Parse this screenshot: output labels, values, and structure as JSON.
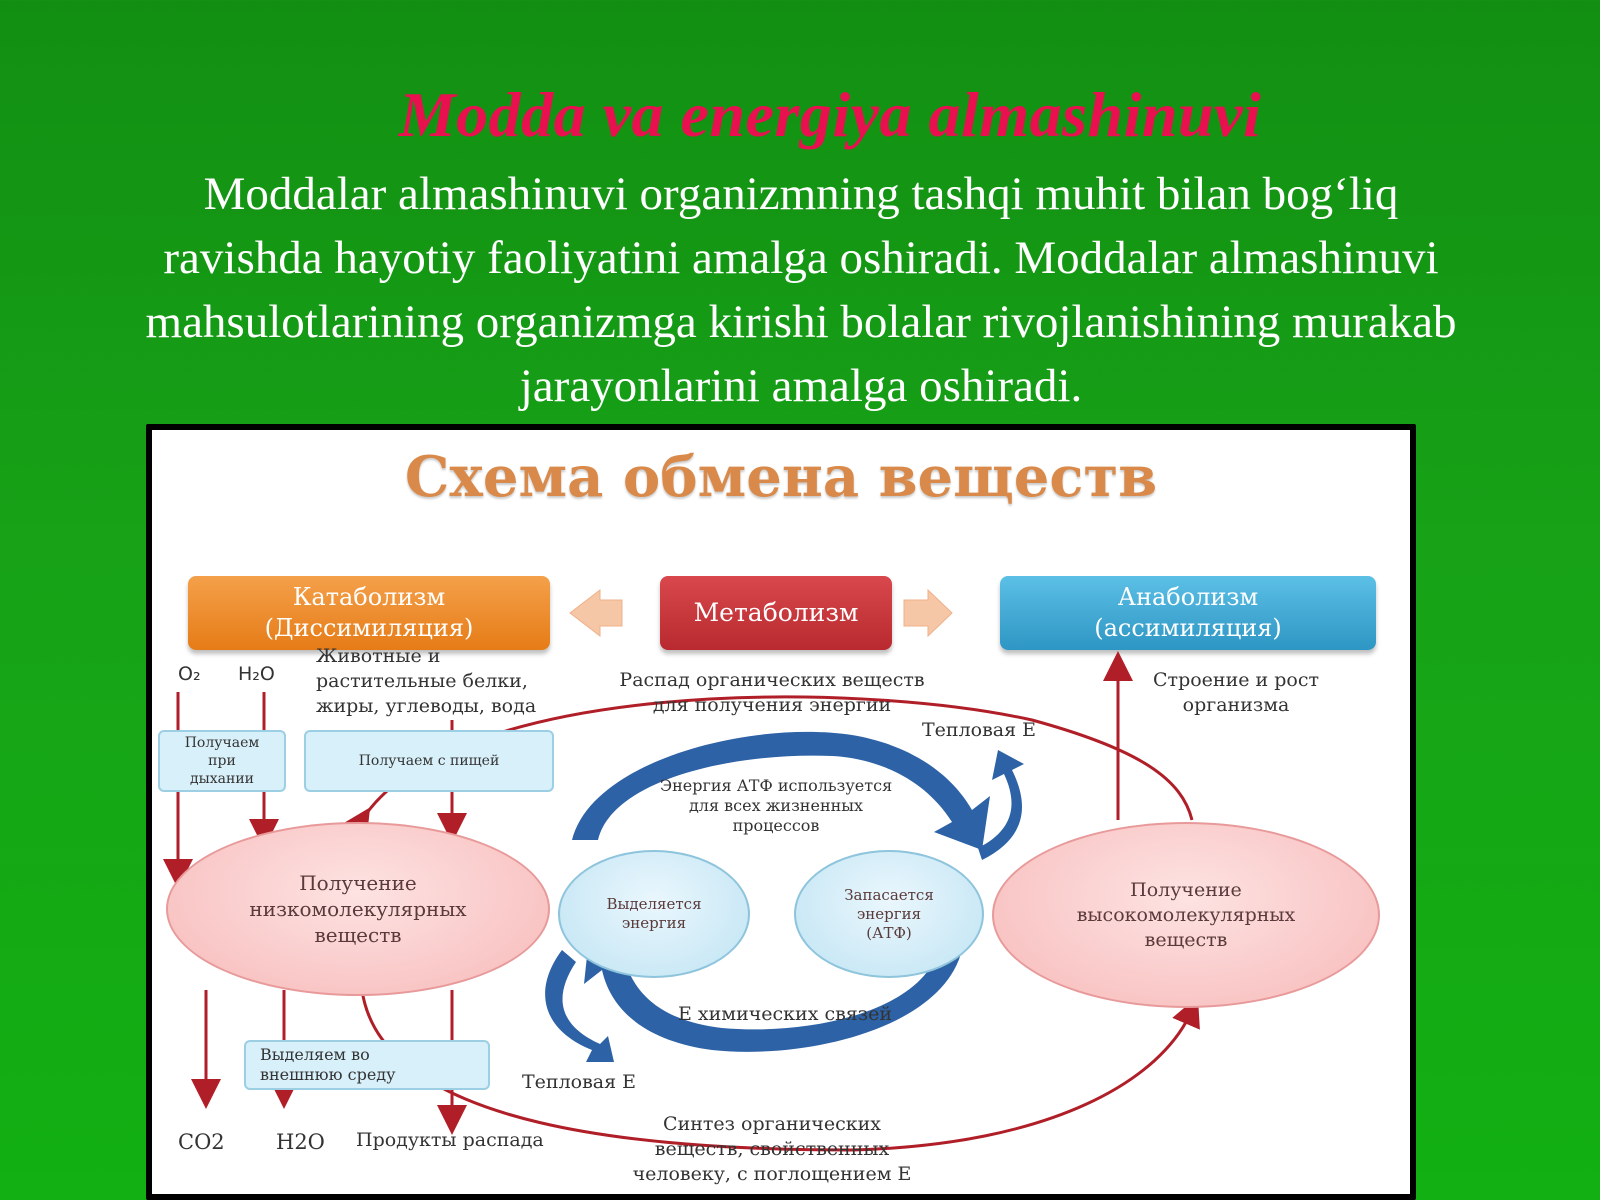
{
  "slide": {
    "title": "Modda va energiya almashinuvi",
    "paragraph_lines": [
      "Moddalar  almashinuvi  organizmning tashqi  muhit bilan bog‘liq",
      "ravishda hayotiy faoliyatini amalga oshiradi. Moddalar almashinuvi",
      "mahsulotlarining organizmga kirishi  bolalar rivojlanishining murakab",
      "jarayonlarini amalga oshiradi."
    ]
  },
  "diagram": {
    "title": "Схема обмена веществ",
    "catabolism": [
      "Катаболизм",
      "(Диссимиляция)"
    ],
    "metabolism": "Метаболизм",
    "anabolism": [
      "Анаболизм",
      "(ассимиляция)"
    ],
    "o2": "O₂",
    "h2o_top": "H₂O",
    "animal_proteins": [
      "Животные и",
      "растительные белки,",
      "жиры, углеводы, вода"
    ],
    "breakdown": [
      "Распад органических веществ",
      "для получения энергии"
    ],
    "growth": [
      "Строение и рост",
      "организма"
    ],
    "heat_top": "Тепловая Е",
    "received_breathing": [
      "Получаем",
      "при",
      "дыхании"
    ],
    "received_food": "Получаем с    пищей",
    "atp_energy": [
      "Энергия АТФ используется",
      "для всех жизненных",
      "процессов"
    ],
    "low_molecular": [
      "Получение",
      "низкомолекулярных",
      "веществ"
    ],
    "energy_released": [
      "Выделяется",
      "энергия"
    ],
    "energy_stored": [
      "Запасается",
      "энергия",
      "(АТФ)"
    ],
    "high_molecular": [
      "Получение",
      "высокомолекулярных",
      "веществ"
    ],
    "chemical_bonds": "Е химических связей",
    "excrete": [
      "Выделяем       во",
      "внешнюю среду"
    ],
    "heat_bottom": "Тепловая Е",
    "co2": "CO2",
    "h2o_bottom": "H2O",
    "decay_products": "Продукты распада",
    "synthesis": [
      "Синтез органических",
      "веществ, свойственных",
      "человеку, с поглощением Е"
    ]
  },
  "colors": {
    "title": "#e8104e",
    "catabolism_box": "#ef8a24",
    "metabolism_box": "#c8363a",
    "anabolism_box": "#3fa9d4",
    "arrows_red": "#b01e28",
    "cycle_blue": "#2e62a6"
  }
}
